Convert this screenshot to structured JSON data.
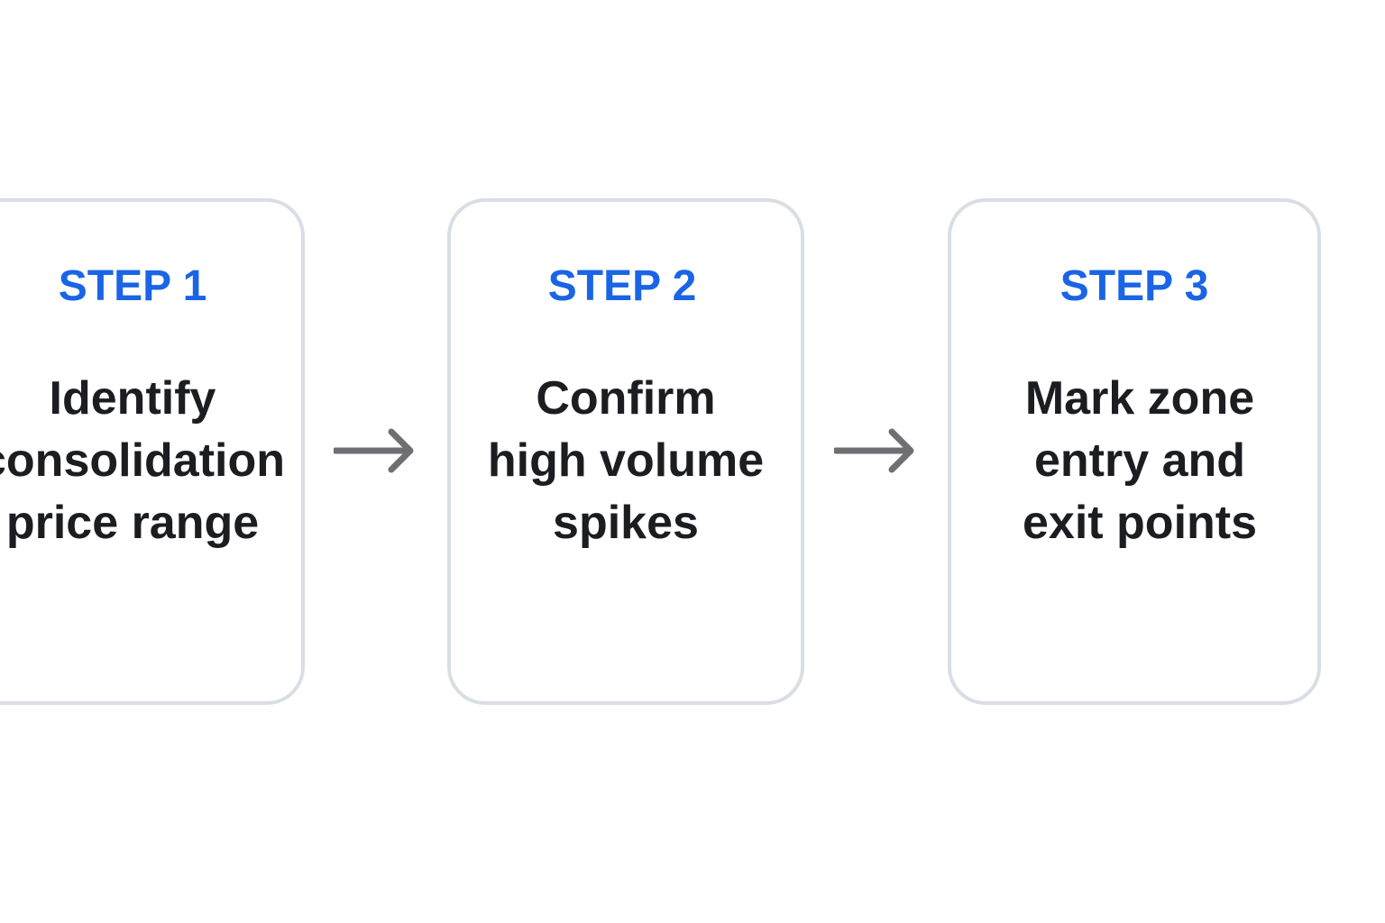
{
  "colors": {
    "step_label": "#1a64e6",
    "body_text": "#1b1d21",
    "card_border": "#d9dee4",
    "arrow": "#6f6f73"
  },
  "steps": [
    {
      "label": "STEP 1",
      "lines": [
        "Identify",
        "consolidation",
        "price range"
      ]
    },
    {
      "label": "STEP 2",
      "lines": [
        "Confirm",
        "high volume",
        "spikes"
      ]
    },
    {
      "label": "STEP 3",
      "lines": [
        "Mark zone",
        "entry and",
        "exit points"
      ]
    }
  ],
  "arrows": [
    {
      "icon": "right-arrow-icon"
    },
    {
      "icon": "right-arrow-icon"
    }
  ]
}
